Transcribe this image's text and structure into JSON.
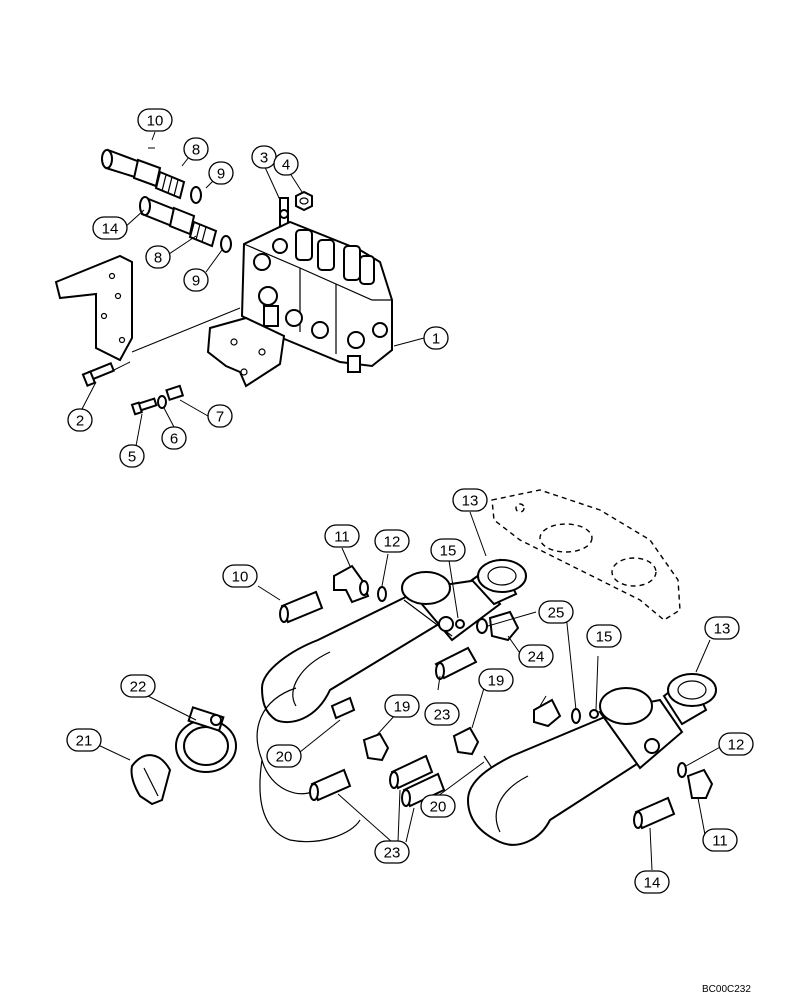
{
  "callouts": [
    {
      "label": "10"
    },
    {
      "label": "8"
    },
    {
      "label": "9"
    },
    {
      "label": "3"
    },
    {
      "label": "4"
    },
    {
      "label": "14"
    },
    {
      "label": "8"
    },
    {
      "label": "9"
    },
    {
      "label": "1"
    },
    {
      "label": "2"
    },
    {
      "label": "7"
    },
    {
      "label": "6"
    },
    {
      "label": "5"
    },
    {
      "label": "13"
    },
    {
      "label": "11"
    },
    {
      "label": "12"
    },
    {
      "label": "15"
    },
    {
      "label": "10"
    },
    {
      "label": "25"
    },
    {
      "label": "24"
    },
    {
      "label": "13"
    },
    {
      "label": "19"
    },
    {
      "label": "15"
    },
    {
      "label": "22"
    },
    {
      "label": "23"
    },
    {
      "label": "12"
    },
    {
      "label": "21"
    },
    {
      "label": "19"
    },
    {
      "label": "20"
    },
    {
      "label": "20"
    },
    {
      "label": "11"
    },
    {
      "label": "23"
    },
    {
      "label": "14"
    }
  ],
  "reference_code": "BC00C232"
}
